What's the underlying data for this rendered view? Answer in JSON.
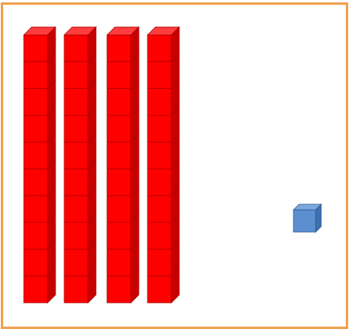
{
  "colors": {
    "frame_border": "#f0a150",
    "ten_rod_front": "#ff0000",
    "ten_rod_top": "#ff3d3d",
    "ten_rod_side": "#c80000",
    "ten_rod_edge": "#a80000",
    "unit_cube_front": "#5b8fd0",
    "unit_cube_top": "#7aa8de",
    "unit_cube_side": "#3e6fae",
    "unit_cube_edge": "#2f5a92"
  },
  "base_ten_blocks": {
    "tens": 4,
    "cubes_per_rod": 10,
    "ones": 1
  }
}
